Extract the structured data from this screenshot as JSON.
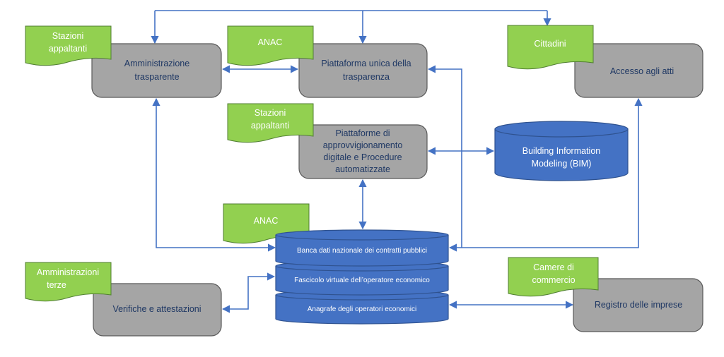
{
  "diagram": {
    "colors": {
      "process_box": "#A5A5A5",
      "process_text": "#1F3864",
      "actor_doc": "#92D050",
      "actor_text": "#FFFFFF",
      "database": "#4472C4",
      "connector": "#4472C4"
    },
    "process_boxes": [
      {
        "id": "amministrazione",
        "lines": [
          "Amministrazione",
          "trasparente"
        ]
      },
      {
        "id": "piattaforma-unica",
        "lines": [
          "Piattaforma unica della",
          "trasparenza"
        ]
      },
      {
        "id": "accesso-atti",
        "lines": [
          "Accesso agli atti"
        ]
      },
      {
        "id": "piattaforme-approvvigionamento",
        "lines": [
          "Piattaforme di",
          "approvvigionamento",
          "digitale e Procedure",
          "automatizzate"
        ]
      },
      {
        "id": "verifiche",
        "lines": [
          "Verifiche e attestazioni"
        ]
      },
      {
        "id": "registro-imprese",
        "lines": [
          "Registro delle imprese"
        ]
      }
    ],
    "actor_docs": [
      {
        "id": "stazioni-1",
        "lines": [
          "Stazioni",
          "appaltanti"
        ]
      },
      {
        "id": "anac-1",
        "lines": [
          "ANAC"
        ]
      },
      {
        "id": "cittadini",
        "lines": [
          "Cittadini"
        ]
      },
      {
        "id": "stazioni-2",
        "lines": [
          "Stazioni",
          "appaltanti"
        ]
      },
      {
        "id": "anac-2",
        "lines": [
          "ANAC"
        ]
      },
      {
        "id": "amministrazioni-terze",
        "lines": [
          "Amministrazioni",
          "terze"
        ]
      },
      {
        "id": "camere-commercio",
        "lines": [
          "Camere di",
          "commercio"
        ]
      }
    ],
    "databases": {
      "bim": {
        "lines": [
          "Building Information",
          "Modeling (BIM)"
        ]
      },
      "stack": [
        {
          "id": "banca-dati",
          "label": "Banca dati nazionale dei contratti pubblici"
        },
        {
          "id": "fascicolo",
          "label": "Fascicolo virtuale dell’operatore economico"
        },
        {
          "id": "anagrafe",
          "label": "Anagrafe degli operatori economici"
        }
      ]
    },
    "connections": [
      {
        "from": "top-bus",
        "to": "amministrazione",
        "direction": "one-way"
      },
      {
        "from": "top-bus",
        "to": "piattaforma-unica",
        "direction": "one-way"
      },
      {
        "from": "top-bus",
        "to": "cittadini",
        "direction": "one-way"
      },
      {
        "from": "amministrazione",
        "to": "piattaforma-unica",
        "direction": "two-way"
      },
      {
        "from": "banca-dati",
        "to": "amministrazione",
        "direction": "two-way"
      },
      {
        "from": "banca-dati",
        "to": "piattaforma-unica",
        "direction": "two-way"
      },
      {
        "from": "banca-dati",
        "to": "accesso-atti",
        "direction": "two-way"
      },
      {
        "from": "piattaforme-approvvigionamento",
        "to": "bim",
        "direction": "two-way"
      },
      {
        "from": "banca-dati",
        "to": "piattaforme-approvvigionamento",
        "direction": "two-way"
      },
      {
        "from": "fascicolo",
        "to": "verifiche",
        "direction": "two-way"
      },
      {
        "from": "anagrafe",
        "to": "registro-imprese",
        "direction": "two-way"
      }
    ]
  }
}
